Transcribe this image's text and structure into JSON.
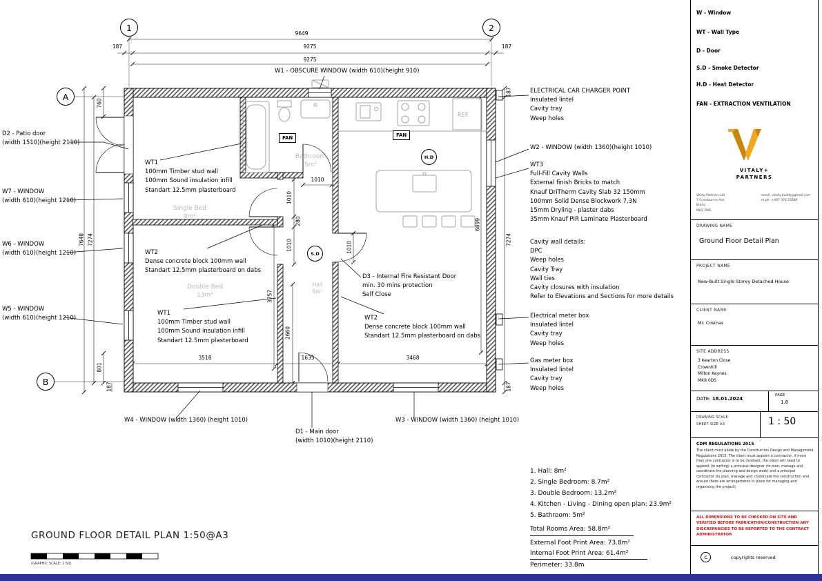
{
  "legend": {
    "items": [
      "W - Window",
      "WT - Wall Type",
      "D - Door",
      "S.D - Smoke Detector",
      "H.D - Heat Detector",
      "FAN - EXTRACTION VENTILATION"
    ]
  },
  "titleblock": {
    "company_line1": "VITALY+",
    "company_line2": "PARTNERS",
    "contact_left": "Vitaly Partners Ltd\n7 Cranbourne Ave\nBucks\nMK2 2WE",
    "contact_right": "email: vitaliy.builds@gmail.com\nm.ph: +447 376 55684",
    "drawing_name_label": "DRAWING NAME",
    "drawing_name": "Ground Floor Detail Plan",
    "project_name_label": "PROJECT NAME",
    "project_name": "New-Built Single Storey Detached House",
    "client_name_label": "CLIENT NAME",
    "client_name": "Mr. Cosmas",
    "site_label": "SITE ADDRESS",
    "site_address": "3 Kearton Close\nCrownhill\nMilton Keynes\nMK8 0DS",
    "date_label": "DATE:",
    "date": "18.01.2024",
    "page_label": "PAGE",
    "page": "1.8",
    "scale_label": "DRAWING SCALE",
    "sheet_label": "SHEET SIZE A3",
    "scale": "1 : 50",
    "cdm_title": "CDM REGULATIONS 2015",
    "cdm_text": "The client must abide by the Construction Design and Management Regulations 2015. The client must appoint a contractor, if more than one contractor is to be involved, the client will need to appoint (in writing) a principal designer (to plan, manage and coordinate the planning and design work) and a principal contractor (to plan, manage and coordinate the construction and ensure there are arrangements in place for managing and organising the project).",
    "warning": "ALL DIMENSIONS TO BE CHECKED ON SITE AND VERIFIED BEFORE FABRICATION/CONSTRUCTION ANY DISCREPANCIES TO BE REPORTED TO THE CONTRACT ADMINISTRATOR",
    "copyright_symbol": "c",
    "copyright": "copyrights reserved"
  },
  "plan": {
    "title": "GROUND FLOOR DETAIL PLAN 1:50@A3",
    "graphic_scale": "(GRAPHIC SCALE: 1:50)",
    "grid": {
      "one": "1",
      "two": "2",
      "a": "A",
      "b": "B"
    },
    "labels": {
      "w1": "W1 - OBSCURE WINDOW (width 610)(height 910)",
      "d2": "D2 - Patio door\n(width 1510)(height 2110)",
      "w7": "W7 - WINDOW\n(width 610)(height 1210)",
      "w6": "W6 - WINDOW\n(width 610)(height 1210)",
      "w5": "W5 - WINDOW\n(width 610)(height 1210)",
      "w4": "W4 - WINDOW (width 1360) (height 1010)",
      "w3": "W3 - WINDOW (width 1360) (height 1010)",
      "d1": "D1 - Main door\n(width 1010)(height 2110)",
      "w2": "W2 - WINDOW (width 1360)(height 1010)",
      "car_charger": "ELECTRICAL CAR CHARGER POINT\nInsulated lintel\nCavity tray\nWeep holes",
      "wt3": "WT3\nFull-Fill Cavity Walls\nExternal finish Bricks to match\nKnauf DriTherm Cavity Slab 32 150mm\n100mm Solid Dense Blockwork 7.3N\n15mm Dryling - plaster dabs\n35mm Knauf PIR Laminate Plasterboard",
      "cavity": "Cavity wall details:\nDPC\nWeep holes\nCavity Tray\nWall ties\nCavity closures with insulation\nRefer to Elevations and Sections for more details",
      "elec_meter": "Electrical meter box\nInsulated lintel\nCavity tray\nWeep holes",
      "gas_meter": "Gas meter box\nInsulated lintel\nCavity tray\nWeep holes",
      "wt1": "WT1\n100mm Timber stud wall\n100mm Sound insulation infill\nStandart 12.5mm plasterboard",
      "wt2": "WT2\nDense concrete block 100mm wall\nStandart 12.5mm plasterboard on dabs",
      "d3": "D3 - Internal Fire Resistant Door\nmin. 30 mins protection\nSelf Close"
    },
    "rooms": {
      "bathroom": {
        "name": "Bathroom",
        "area": "5m²"
      },
      "single": {
        "name": "Single Bed",
        "area": "9m²"
      },
      "double": {
        "name": "Double Bed",
        "area": "13m²"
      },
      "hall": {
        "name": "Hall",
        "area": "8m²"
      }
    },
    "devices": {
      "fan": "FAN",
      "sd": "S.D",
      "hd": "H.D",
      "ref": "REF."
    },
    "dims": {
      "d9649": "9649",
      "d9275a": "9275",
      "d9275b": "9275",
      "d187": "187",
      "d7648": "7648",
      "d7274": "7274",
      "d760": "760",
      "d801": "801",
      "d6899": "6899",
      "d1010": "1010",
      "d280": "280",
      "d3757": "3757",
      "d2660": "2660",
      "d3518": "3518",
      "d1635": "1635",
      "d3468": "3468"
    }
  },
  "summary": {
    "items": [
      "1. Hall: 8m²",
      "2. Single Bedroom: 8.7m²",
      "3. Double Bedroom: 13.2m²",
      "4. Kitchen - Living - Dining open plan: 23.9m²",
      "5. Bathroom: 5m²"
    ],
    "total": "Total Rooms Area: 58.8m²",
    "external": "External Foot Print Area: 73.8m²",
    "internal": "Internal Foot Print Area: 61.4m²",
    "perimeter": "Perimeter: 33.8m"
  }
}
